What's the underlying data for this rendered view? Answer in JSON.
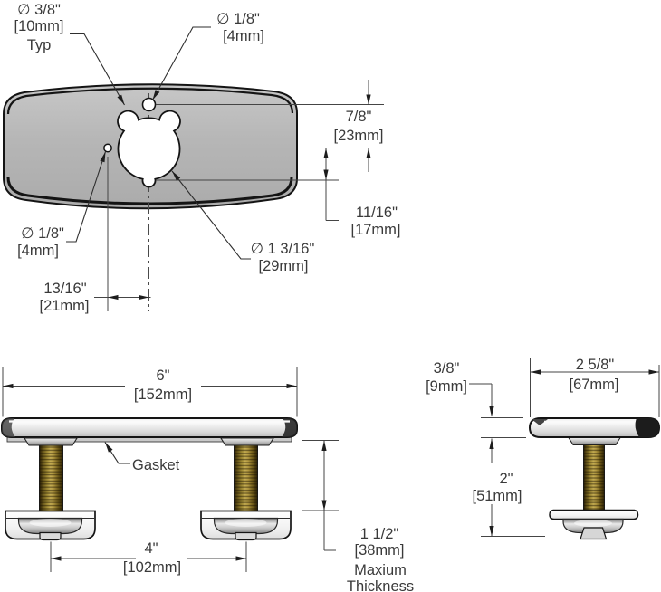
{
  "palette": {
    "brass": "#b59b45",
    "plate_gray": "#b5b5b5",
    "line_color": "#454545",
    "text_color": "#3a3a3a"
  },
  "top_view": {
    "hole_typ_label": {
      "l1": "∅ 3/8\"",
      "l2": "[10mm]",
      "l3": "Typ"
    },
    "pilot_hole_top_label": {
      "l1": "∅ 1/8\"",
      "l2": "[4mm]"
    },
    "pilot_hole_left_label": {
      "l1": "∅ 1/8\"",
      "l2": "[4mm]"
    },
    "center_hole_label": {
      "l1": "∅ 1 3/16\"",
      "l2": "[29mm]"
    },
    "dim_hole_to_center": {
      "l1": "7/8\"",
      "l2": "[23mm]"
    },
    "dim_center_to_notch": {
      "l1": "11/16\"",
      "l2": "[17mm]"
    },
    "dim_hole_offset": {
      "l1": "13/16\"",
      "l2": "[21mm]"
    }
  },
  "front_view": {
    "dim_length": {
      "l1": "6\"",
      "l2": "[152mm]"
    },
    "gasket_label": "Gasket",
    "dim_stud_spacing": {
      "l1": "4\"",
      "l2": "[102mm]"
    },
    "dim_clamp_range": {
      "l1": "1 1/2\"",
      "l2": "[38mm]",
      "l3": "Maxium",
      "l4": "Thickness"
    }
  },
  "side_view": {
    "dim_width": {
      "l1": "2 5/8\"",
      "l2": "[67mm]"
    },
    "dim_plate_thickness": {
      "l1": "3/8\"",
      "l2": "[9mm]"
    },
    "dim_stud_length": {
      "l1": "2\"",
      "l2": "[51mm]"
    }
  }
}
